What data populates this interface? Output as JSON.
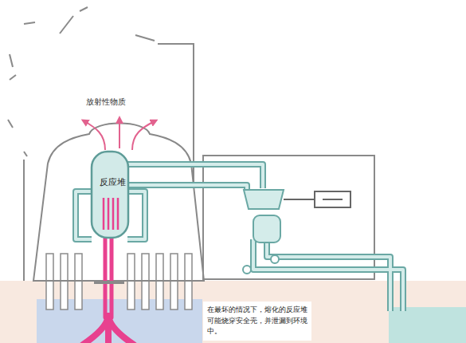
{
  "diagram": {
    "nodes": [
      {
        "text": [
          "反应堆"
        ]
      },
      {
        "text": [
          "在最坏的情况下，熔化的反应堆可能烧穿安全壳，并泄漏到环境中。"
        ]
      }
    ],
    "labels": [
      "放射性物质"
    ]
  }
}
